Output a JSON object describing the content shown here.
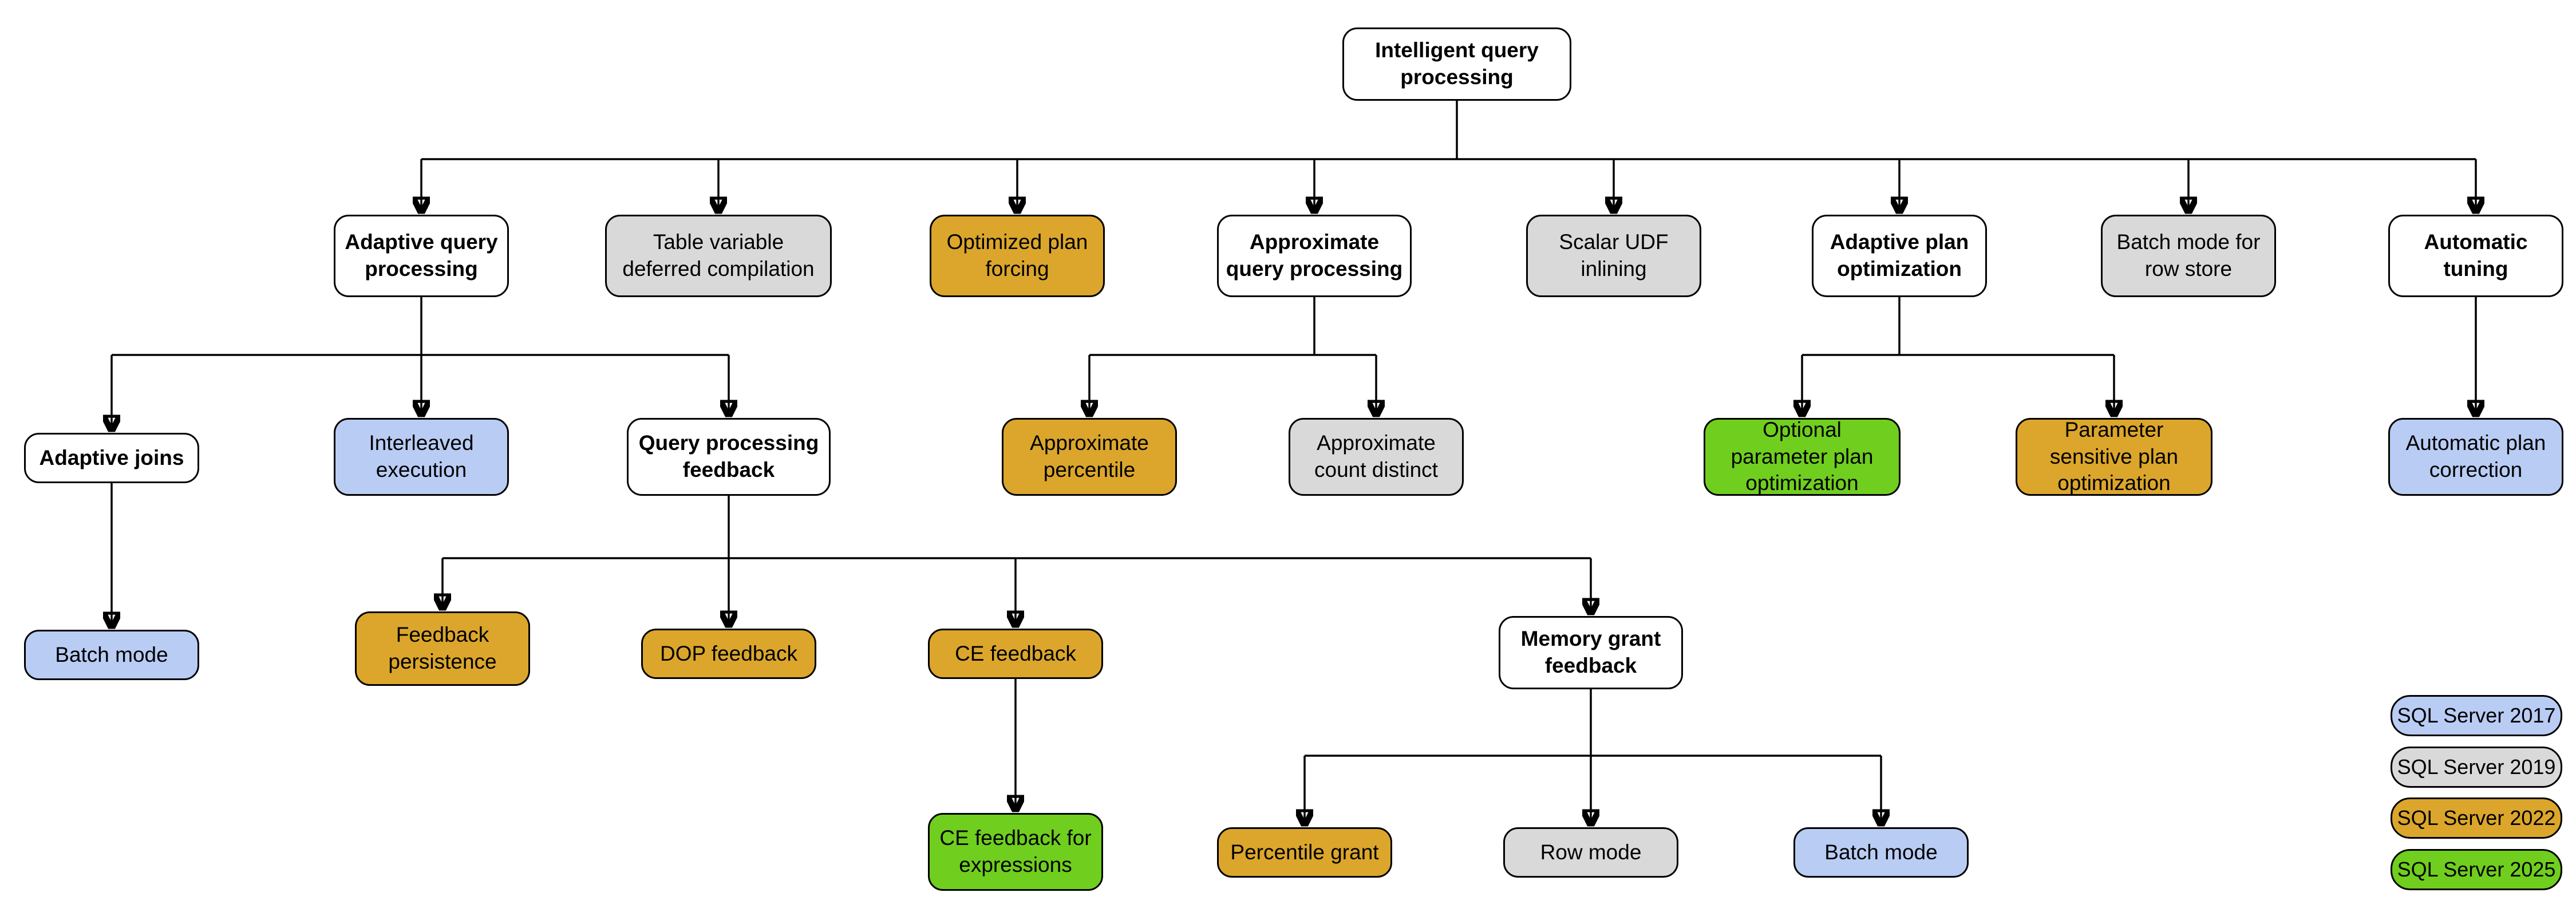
{
  "diagram": {
    "title": "Intelligent query processing",
    "nodes": {
      "root": {
        "label": "Intelligent query processing",
        "version": null
      },
      "adaptive_qp": {
        "label": "Adaptive query processing",
        "version": null
      },
      "table_variable": {
        "label": "Table variable deferred compilation",
        "version": "2019"
      },
      "optimized_plan": {
        "label": "Optimized plan forcing",
        "version": "2022"
      },
      "approximate_qp": {
        "label": "Approximate query processing",
        "version": null
      },
      "scalar_udf": {
        "label": "Scalar UDF inlining",
        "version": "2019"
      },
      "adaptive_plan_opt": {
        "label": "Adaptive plan optimization",
        "version": null
      },
      "batch_mode_row_store": {
        "label": "Batch mode for row store",
        "version": "2019"
      },
      "automatic_tuning": {
        "label": "Automatic tuning",
        "version": null
      },
      "adaptive_joins": {
        "label": "Adaptive joins",
        "version": null
      },
      "interleaved_exec": {
        "label": "Interleaved execution",
        "version": "2017"
      },
      "qp_feedback": {
        "label": "Query processing feedback",
        "version": null
      },
      "approx_percentile": {
        "label": "Approximate percentile",
        "version": "2022"
      },
      "approx_count_distinct": {
        "label": "Approximate count distinct",
        "version": "2019"
      },
      "optional_param_plan": {
        "label": "Optional parameter plan optimization",
        "version": "2025"
      },
      "param_sensitive_plan": {
        "label": "Parameter sensitive plan optimization",
        "version": "2022"
      },
      "auto_plan_correction": {
        "label": "Automatic plan correction",
        "version": "2017"
      },
      "batch_mode_aj": {
        "label": "Batch mode",
        "version": "2017"
      },
      "feedback_persistence": {
        "label": "Feedback persistence",
        "version": "2022"
      },
      "dop_feedback": {
        "label": "DOP feedback",
        "version": "2022"
      },
      "ce_feedback": {
        "label": "CE feedback",
        "version": "2022"
      },
      "memory_grant_feedback": {
        "label": "Memory grant feedback",
        "version": null
      },
      "ce_feedback_expr": {
        "label": "CE feedback for expressions",
        "version": "2025"
      },
      "percentile_grant": {
        "label": "Percentile grant",
        "version": "2022"
      },
      "row_mode": {
        "label": "Row mode",
        "version": "2019"
      },
      "batch_mode_mgf": {
        "label": "Batch mode",
        "version": "2017"
      }
    },
    "legend": [
      {
        "year": "2017",
        "label": "SQL Server 2017",
        "color": "#B9CCF4"
      },
      {
        "year": "2019",
        "label": "SQL Server 2019",
        "color": "#D9D9D9"
      },
      {
        "year": "2022",
        "label": "SQL Server 2022",
        "color": "#DBA62B"
      },
      {
        "year": "2025",
        "label": "SQL Server 2025",
        "color": "#70CE1F"
      }
    ],
    "line_color": "#000000"
  }
}
